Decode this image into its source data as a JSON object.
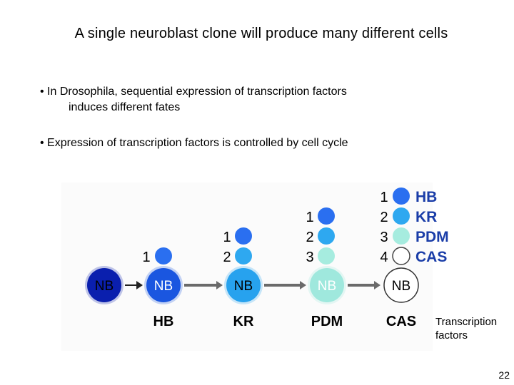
{
  "slide": {
    "title": "A single neuroblast clone will produce many different cells",
    "bullets": [
      "In Drosophila, sequential expression of transcription factors",
      "induces different fates",
      "Expression of transcription factors is controlled by cell cycle"
    ],
    "page_number": "22"
  },
  "diagram": {
    "nb_label": "NB",
    "cells": [
      {
        "nb_color": "#0a1fae",
        "factor": "",
        "children": []
      },
      {
        "nb_color": "#1a56e0",
        "factor": "HB",
        "children": [
          {
            "n": "1",
            "color": "#2a6ff0"
          }
        ]
      },
      {
        "nb_color": "#27a2ee",
        "factor": "KR",
        "children": [
          {
            "n": "1",
            "color": "#2a6ff0"
          },
          {
            "n": "2",
            "color": "#2ea8f0"
          }
        ]
      },
      {
        "nb_color": "#9fe8dd",
        "factor": "PDM",
        "children": [
          {
            "n": "1",
            "color": "#2a6ff0"
          },
          {
            "n": "2",
            "color": "#2ea8f0"
          },
          {
            "n": "3",
            "color": "#a6ecdf"
          }
        ]
      },
      {
        "nb_color": "#ffffff",
        "factor": "CAS",
        "children": [
          {
            "n": "1",
            "color": "#2a6ff0"
          },
          {
            "n": "2",
            "color": "#2ea8f0"
          },
          {
            "n": "3",
            "color": "#a6ecdf"
          },
          {
            "n": "4",
            "color": "#ffffff"
          }
        ]
      }
    ],
    "legend": [
      {
        "label": "HB",
        "color": "#2a6ff0"
      },
      {
        "label": "KR",
        "color": "#2ea8f0"
      },
      {
        "label": "PDM",
        "color": "#a6ecdf"
      },
      {
        "label": "CAS",
        "color": "#ffffff"
      }
    ],
    "annotation": "Transcription factors"
  }
}
